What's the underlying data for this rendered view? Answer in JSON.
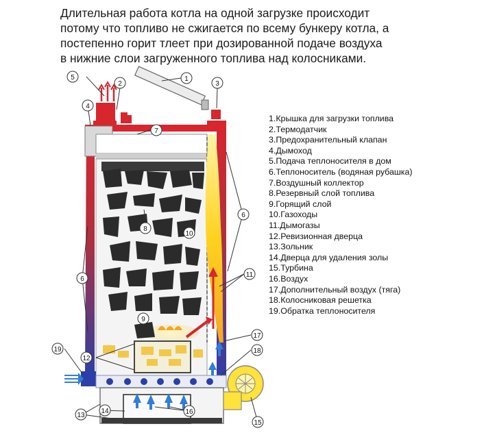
{
  "intro_lines": [
    "Длительная работа котла на одной загрузке происходит",
    "потому что топливо не сжигается по всему бункеру котла, а",
    "постепенно горит тлеет при дозированной подаче воздуха",
    "в нижние слои загруженного топлива над колосниками."
  ],
  "legend": [
    "1.Крышка для загрузки топлива",
    "2.Термодатчик",
    "3.Предохранительный клапан",
    "4.Дымоход",
    "5.Подача теплоносителя в дом",
    "6.Теплоноситель (водяная рубашка)",
    "7.Воздушный коллектор",
    "8.Резервный слой топлива",
    "9.Горящий слой",
    "10.Газоходы",
    "11.Дымогазы",
    "12.Ревизионная дверца",
    "13.Зольник",
    "14.Дверца для удаления золы",
    "15.Турбина",
    "16.Воздух",
    "17.Дополнительный воздух (тяга)",
    "18.Колосниковая решетка",
    "19.Обратка теплоносителя"
  ],
  "callouts": [
    "1",
    "2",
    "3",
    "4",
    "5",
    "6",
    "6",
    "7",
    "8",
    "9",
    "10",
    "11",
    "12",
    "13",
    "14",
    "15",
    "16",
    "17",
    "18",
    "19"
  ],
  "colors": {
    "hot_water": "#d7262e",
    "cold_water": "#2b3fa8",
    "air_arrow": "#2f7fd6",
    "fuel": "#2b2b2b",
    "flame": "#ffd21f",
    "turbine": "#ffe23a",
    "outline": "#444444"
  }
}
